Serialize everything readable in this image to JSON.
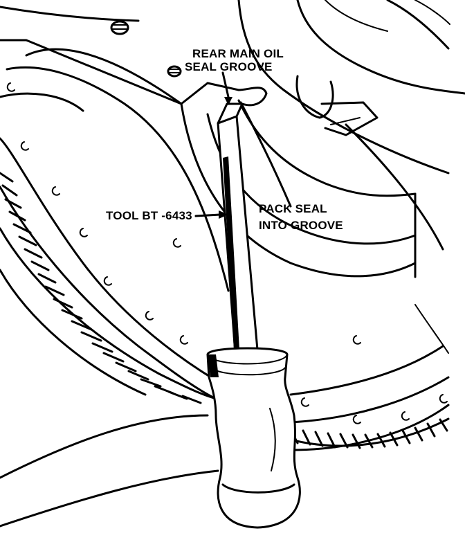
{
  "labels": {
    "seal_groove_line1": "REAR MAIN OIL",
    "seal_groove_line2": "SEAL GROOVE",
    "tool": "TOOL BT -6433",
    "pack_line1": "PACK SEAL",
    "pack_line2": "INTO GROOVE"
  },
  "colors": {
    "ink": "#000000",
    "paper": "#ffffff"
  }
}
